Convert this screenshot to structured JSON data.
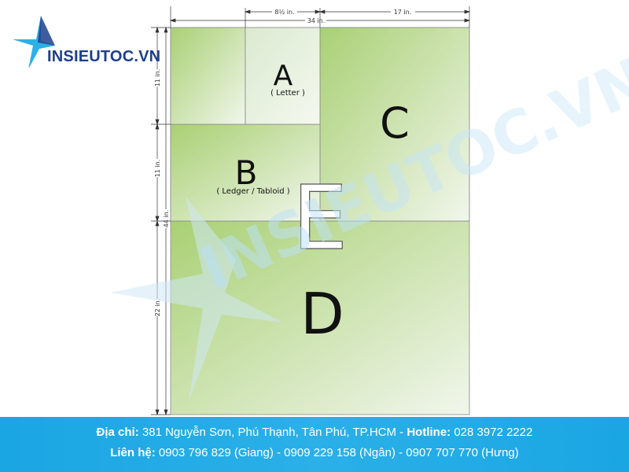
{
  "logo": {
    "text": "INSIEUTOC.VN"
  },
  "watermark": {
    "text": "INSIEUTOC.VN"
  },
  "dimensions": {
    "top_width": "8½ in.",
    "top_right": "17 in.",
    "total_width": "34 in.",
    "left_a": "11 in.",
    "left_b": "11 in.",
    "left_total": "44 in.",
    "left_d": "22 in."
  },
  "sheets": {
    "a": {
      "letter": "A",
      "sub": "( Letter )"
    },
    "b": {
      "letter": "B",
      "sub": "( Ledger / Tabloid )"
    },
    "c": {
      "letter": "C"
    },
    "d": {
      "letter": "D"
    },
    "e": {
      "letter": "E"
    }
  },
  "footer": {
    "address_label": "Địa chỉ:",
    "address": "381 Nguyễn Sơn, Phú Thạnh, Tân Phú, TP.HCM",
    "separator": "-",
    "hotline_label": "Hotline:",
    "hotline": "028 3972 2222",
    "contact_label": "Liên hệ:",
    "contact": "0903 796 829 (Giang) - 0909 229 158 (Ngân) - 0907 707 770 (Hưng)"
  },
  "colors": {
    "green": "#a9d074",
    "green_light": "#eef5e0",
    "brand_blue": "#1d3f8c",
    "footer_blue": "#1aa6e3"
  }
}
